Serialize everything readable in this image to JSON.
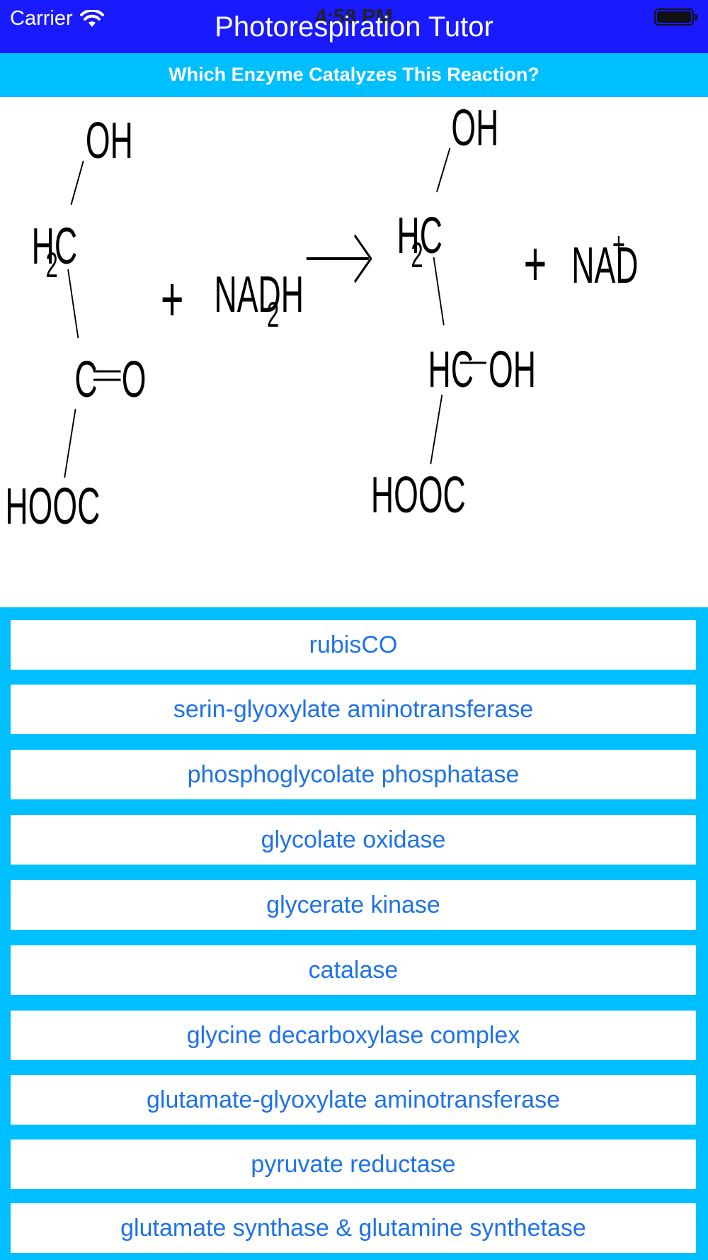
{
  "status_bar": {
    "carrier": "Carrier",
    "time": "4:58 PM"
  },
  "nav": {
    "title": "Photorespiration Tutor"
  },
  "question": "Which Enzyme Catalyzes This Reaction?",
  "reaction": {
    "reactant_groups": {
      "oh": "OH",
      "h2c": "H",
      "h2c_sub": "2",
      "h2c_c": "C",
      "carbonyl_c": "C",
      "carbonyl_o": "O",
      "hooc": "HOOC"
    },
    "plus1": "+",
    "nadh": "NADH",
    "nadh_sub": "2",
    "product_groups": {
      "oh": "OH",
      "h2c": "H",
      "h2c_sub": "2",
      "h2c_c": "C",
      "hc": "HC",
      "hc_oh": "OH",
      "hooc": "HOOC"
    },
    "plus2": "+",
    "nad": "NAD",
    "nad_sup": "+"
  },
  "answers": [
    "rubisCO",
    "serin-glyoxylate aminotransferase",
    "phosphoglycolate phosphatase",
    "glycolate oxidase",
    "glycerate kinase",
    "catalase",
    "glycine decarboxylase complex",
    "glutamate-glyoxylate aminotransferase",
    "pyruvate reductase",
    "glutamate synthase & glutamine synthetase"
  ]
}
